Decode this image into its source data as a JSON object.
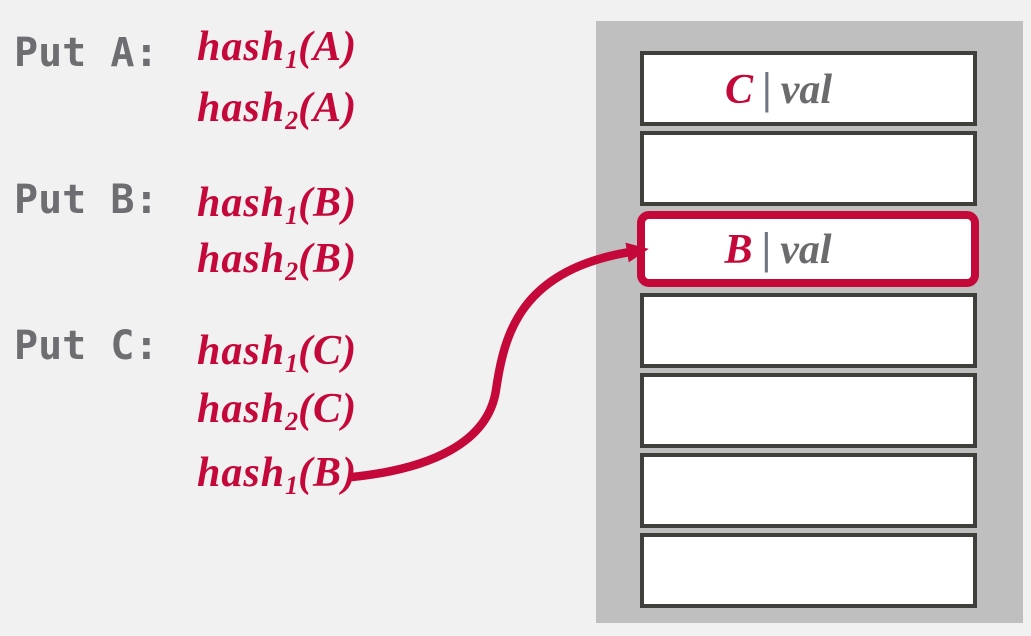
{
  "colors": {
    "background": "#f1f1f1",
    "crimson": "#c5083a",
    "label_gray": "#6e6e72",
    "value_gray": "#6b6b6e",
    "separator_gray": "#6e7684",
    "table_background": "#bfbfbf",
    "slot_border": "#3f3f3b",
    "slot_fill": "#ffffff"
  },
  "operations": [
    {
      "label": "Put A:",
      "hashes": [
        {
          "fn": "hash",
          "sub": "1",
          "arg": "(A)"
        },
        {
          "fn": "hash",
          "sub": "2",
          "arg": "(A)"
        }
      ]
    },
    {
      "label": "Put B:",
      "hashes": [
        {
          "fn": "hash",
          "sub": "1",
          "arg": "(B)"
        },
        {
          "fn": "hash",
          "sub": "2",
          "arg": "(B)"
        }
      ]
    },
    {
      "label": "Put C:",
      "hashes": [
        {
          "fn": "hash",
          "sub": "1",
          "arg": "(C)"
        },
        {
          "fn": "hash",
          "sub": "2",
          "arg": "(C)"
        },
        {
          "fn": "hash",
          "sub": "1",
          "arg": "(B)"
        }
      ]
    }
  ],
  "table": {
    "slots": [
      {
        "key": "C",
        "separator": "|",
        "value": "val",
        "highlighted": false
      },
      {
        "key": "",
        "separator": "",
        "value": "",
        "highlighted": false
      },
      {
        "key": "B",
        "separator": "|",
        "value": "val",
        "highlighted": true
      },
      {
        "key": "",
        "separator": "",
        "value": "",
        "highlighted": false
      },
      {
        "key": "",
        "separator": "",
        "value": "",
        "highlighted": false
      },
      {
        "key": "",
        "separator": "",
        "value": "",
        "highlighted": false
      },
      {
        "key": "",
        "separator": "",
        "value": "",
        "highlighted": false
      }
    ]
  },
  "arrow": {
    "from": "hash1(B)",
    "to": "highlighted-slot"
  }
}
